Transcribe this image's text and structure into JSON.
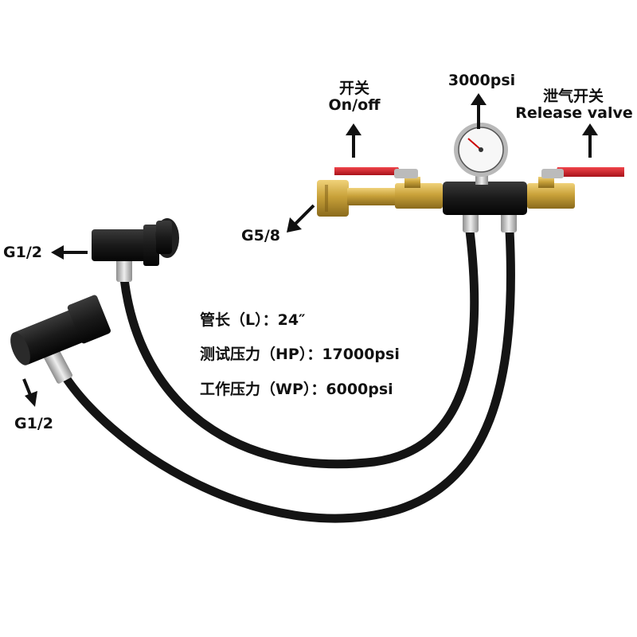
{
  "labels": {
    "switch_cn": "开关",
    "switch_en": "On/off",
    "gauge": "3000psi",
    "release_cn": "泄气开关",
    "release_en": "Release valve",
    "inlet": "G5/8",
    "outlet_1": "G1/2",
    "outlet_2": "G1/2"
  },
  "specs": [
    "管长（L）：24″",
    "测试压力（HP）：17000psi",
    "工作压力（WP）：6000psi"
  ],
  "colors": {
    "background": "#ffffff",
    "hose": "#141414",
    "brass": "#c9a23a",
    "handle": "#d41c24",
    "anodized_black": "#1a1a1a"
  }
}
